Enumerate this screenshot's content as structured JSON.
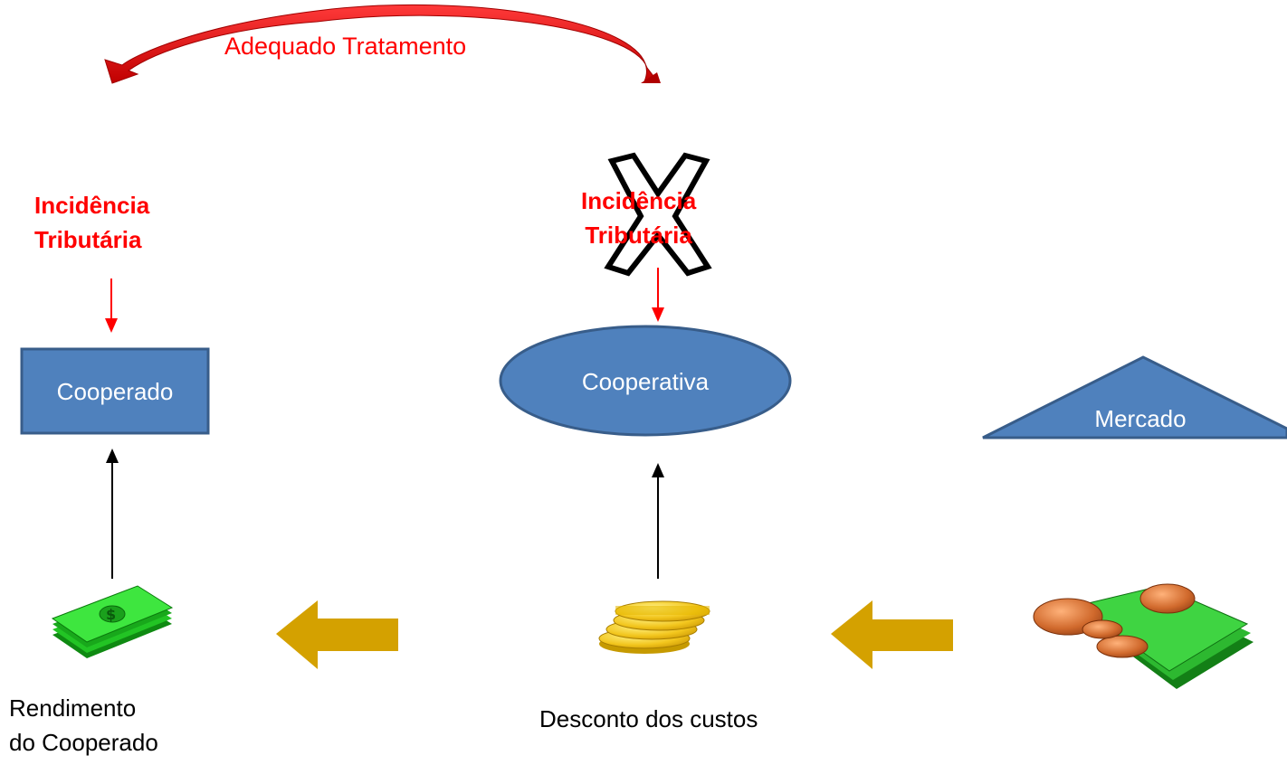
{
  "arc": {
    "label": "Adequado Tratamento",
    "color": "#ff0000"
  },
  "left_incidence": {
    "line1": "Incidência",
    "line2": "Tributária"
  },
  "center_incidence": {
    "line1": "Incidência",
    "line2": "Tributária"
  },
  "nodes": {
    "cooperado": "Cooperado",
    "cooperativa": "Cooperativa",
    "mercado": "Mercado"
  },
  "captions": {
    "rendimento_line1": "Rendimento",
    "rendimento_line2": "do Cooperado",
    "desconto": "Desconto dos custos"
  },
  "colors": {
    "shape_fill": "#4f81bd",
    "shape_stroke": "#385d8a",
    "flow_arrow": "#d4a100",
    "tax_arrow": "#ff0000",
    "up_arrow": "#000000"
  }
}
